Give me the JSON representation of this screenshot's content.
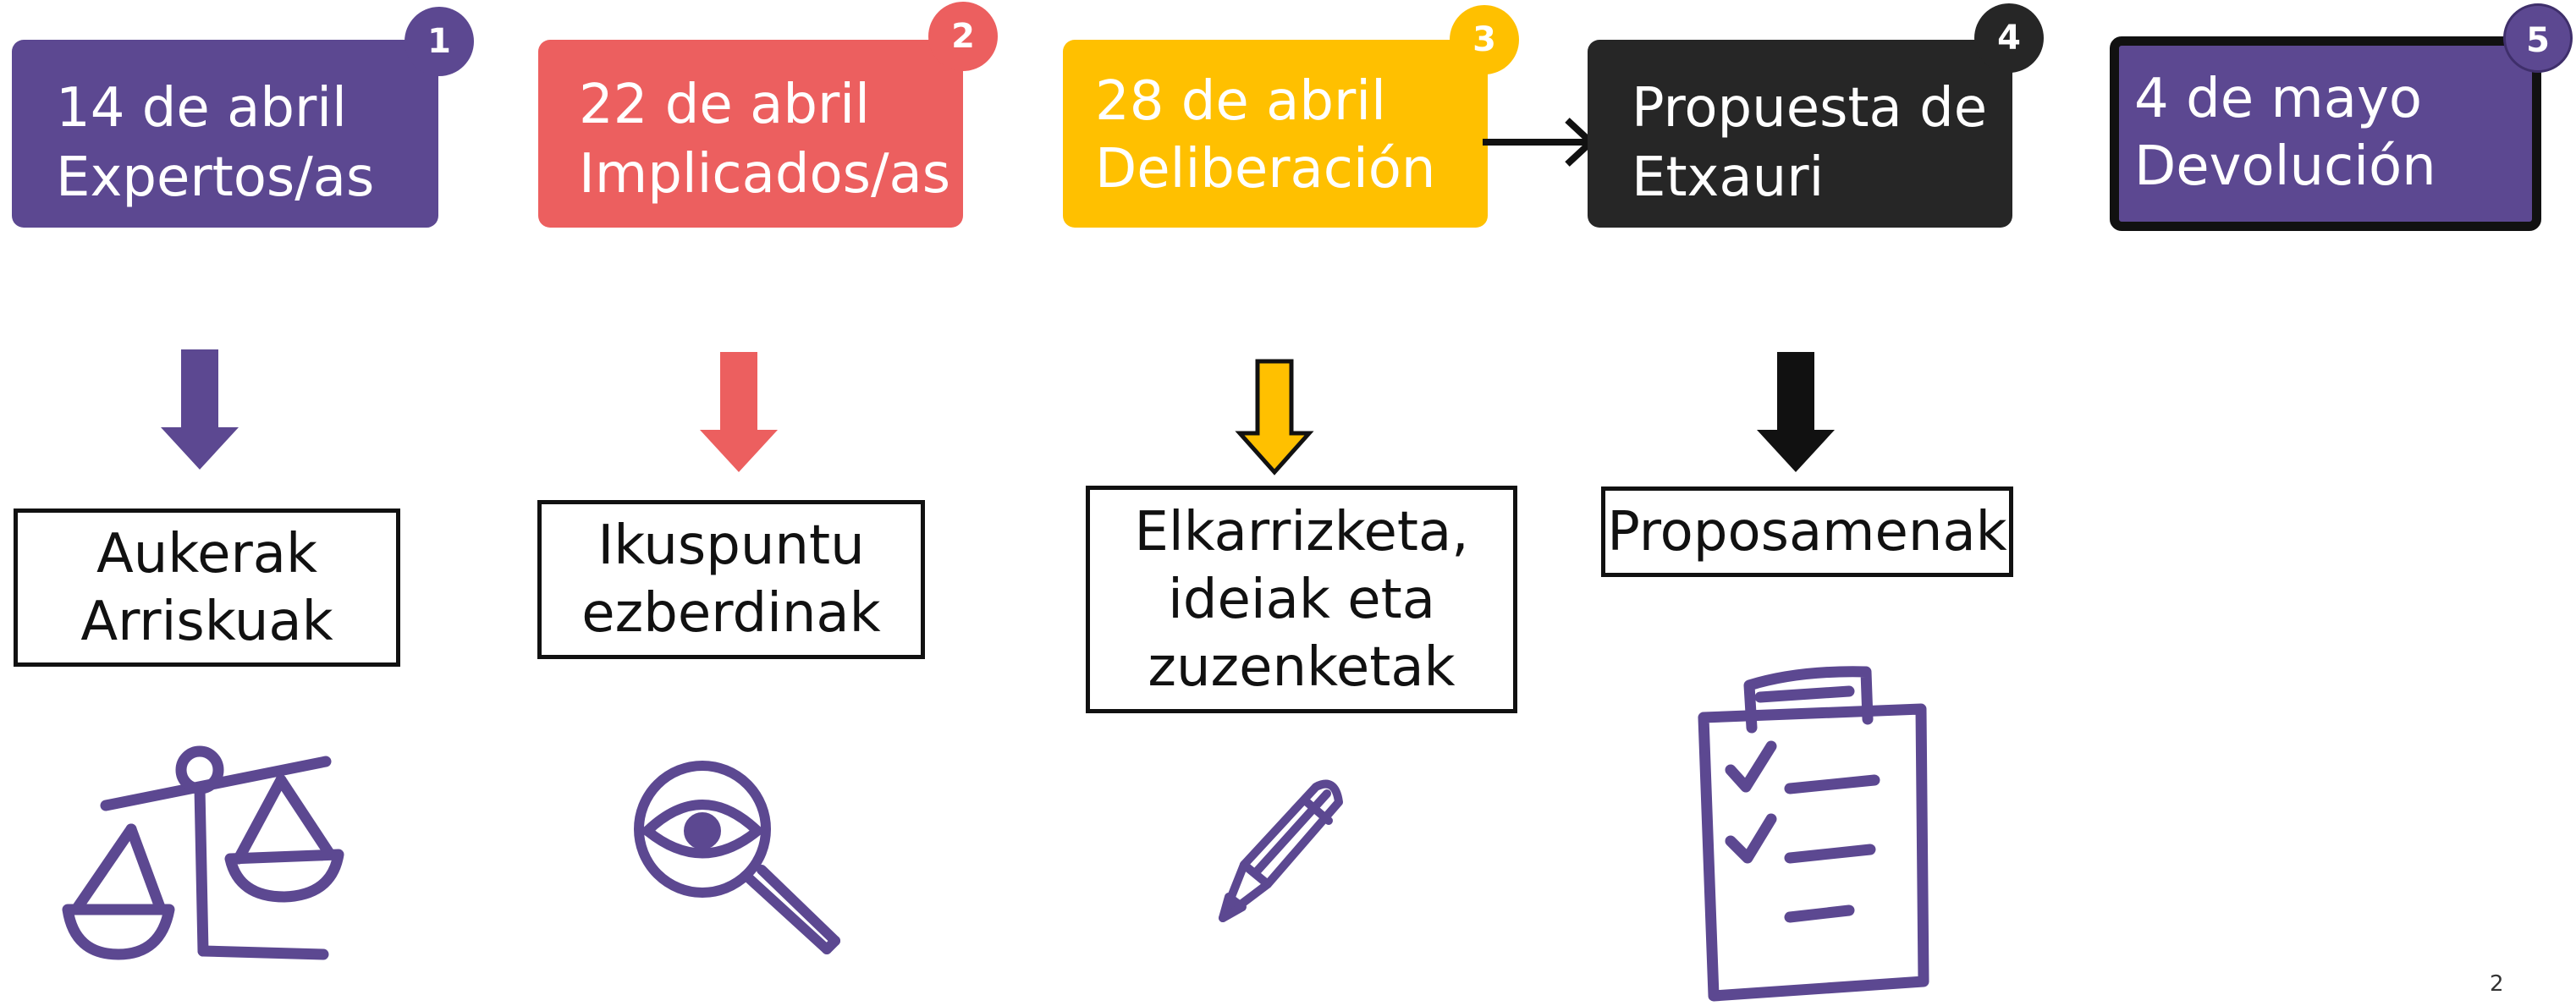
{
  "steps": [
    {
      "number": "1",
      "date": "14 de abril",
      "label": "Expertos/as",
      "color": "#5c4891"
    },
    {
      "number": "2",
      "date": "22 de abril",
      "label": "Implicados/as",
      "color": "#ec5f5f"
    },
    {
      "number": "3",
      "date": "28 de abril",
      "label": "Deliberación",
      "color": "#ffc000"
    },
    {
      "number": "4",
      "line1": "Propuesta de",
      "line2": "Etxauri",
      "color": "#262626"
    },
    {
      "number": "5",
      "date": "4 de mayo",
      "label": "Devolución",
      "color": "#5c4891"
    }
  ],
  "outcomes": [
    {
      "lines": [
        "Aukerak",
        "Arriskuak"
      ]
    },
    {
      "lines": [
        "Ikuspuntu",
        "ezberdinak"
      ]
    },
    {
      "lines": [
        "Elkarrizketa,",
        "ideiak eta",
        "zuzenketak"
      ]
    },
    {
      "lines": [
        "Proposamenak"
      ]
    }
  ],
  "icons": [
    "scales-icon",
    "magnifier-eye-icon",
    "pencil-icon",
    "clipboard-checklist-icon"
  ],
  "colors": {
    "purple": "#5c4891",
    "coral": "#ec5f5f",
    "yellow": "#ffc000",
    "black": "#262626"
  },
  "page_number": "2"
}
